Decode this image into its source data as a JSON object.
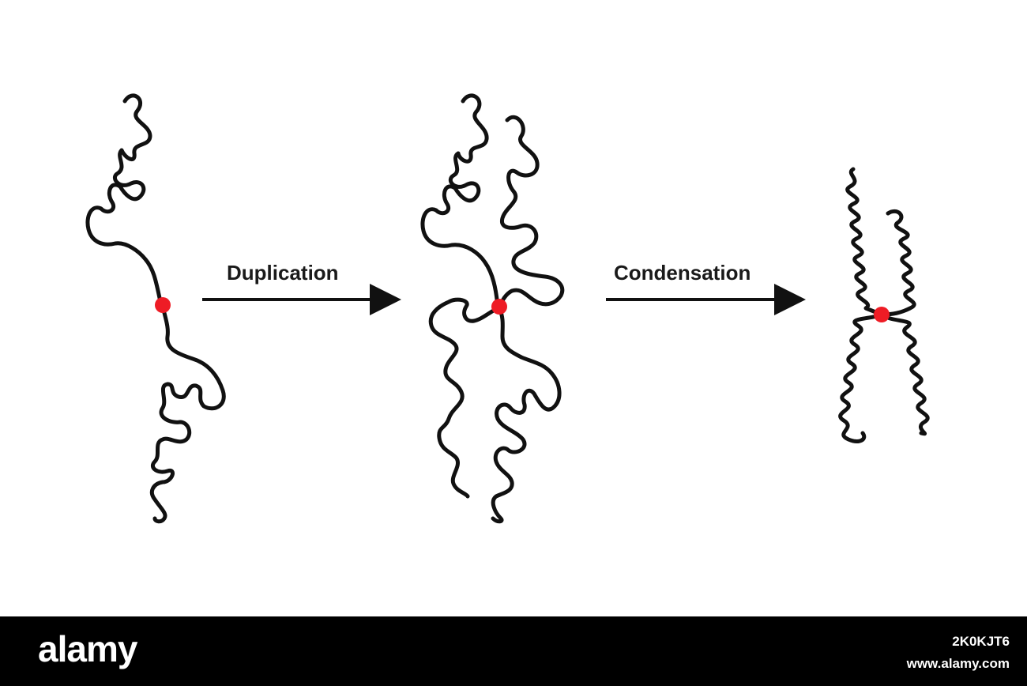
{
  "diagram": {
    "steps": [
      {
        "label": "Duplication"
      },
      {
        "label": "Condensation"
      }
    ],
    "colors": {
      "strand": "#111111",
      "centromere": "#ee1c25",
      "arrow": "#111111"
    }
  },
  "footer": {
    "brand": "alamy",
    "image_id": "2K0KJT6",
    "url": "www.alamy.com"
  }
}
